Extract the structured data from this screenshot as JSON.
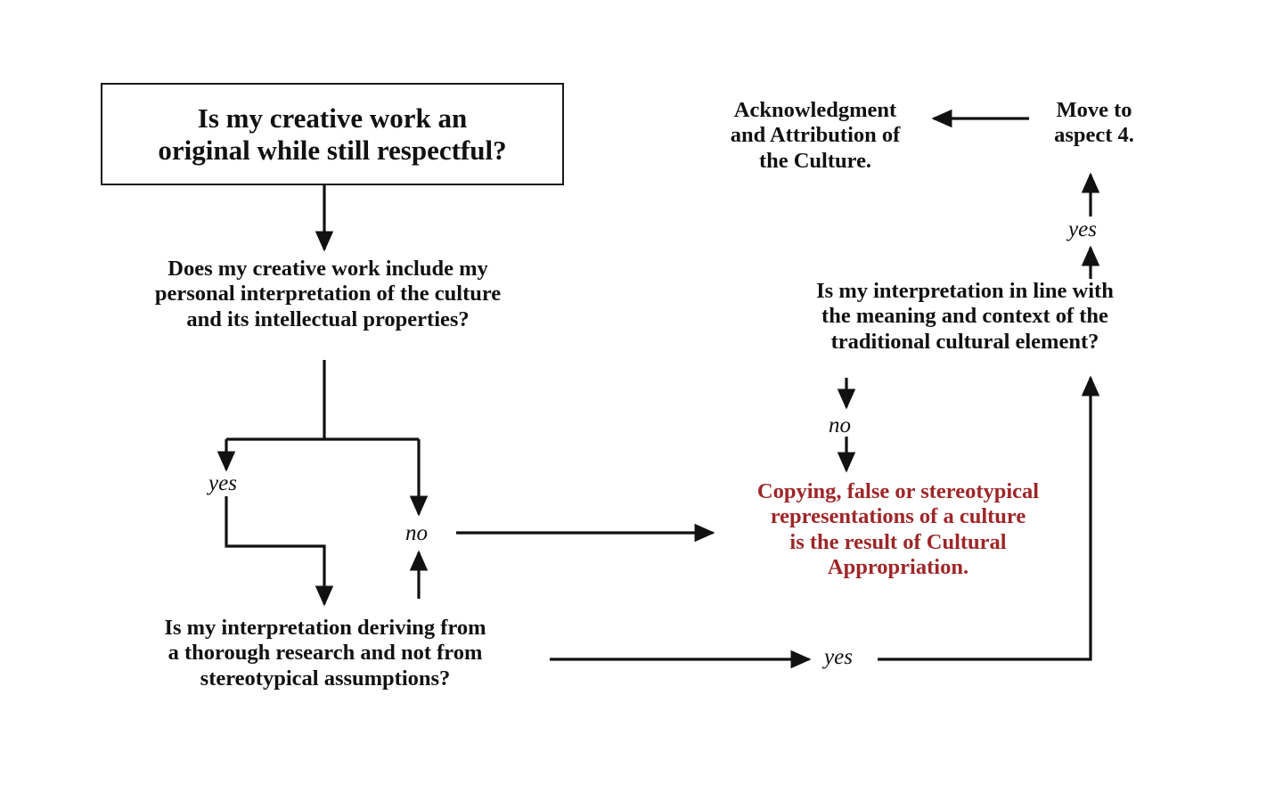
{
  "diagram": {
    "title": "Cultural appropriation decision flowchart",
    "background_color": "#ffffff",
    "line_color": "#111111",
    "text_color": "#111111",
    "terminal_color": "#9e2628"
  },
  "nodes": {
    "root": {
      "text": "Is my creative work an\noriginal while still respectful?",
      "shape": "rectangle"
    },
    "q1": {
      "text": "Does my creative work include my\npersonal interpretation of the culture\nand its intellectual properties?",
      "shape": "plain"
    },
    "q2": {
      "text": "Is my interpretation deriving from\na thorough research and not from\nstereotypical assumptions?",
      "shape": "plain"
    },
    "q3": {
      "text": "Is my interpretation in line with\nthe meaning and context of the\ntraditional cultural element?",
      "shape": "plain"
    },
    "outcome": {
      "text": "Copying, false or stereotypical\nrepresentations of a culture\nis the result of Cultural\nAppropriation.",
      "shape": "plain"
    },
    "acknowledgment": {
      "text": "Acknowledgment\nand Attribution of\nthe Culture.",
      "shape": "plain"
    },
    "move": {
      "text": "Move to\naspect 4.",
      "shape": "plain"
    }
  },
  "edge_labels": {
    "q1_yes": "yes",
    "q1_no": "no",
    "q3_no": "no",
    "q2_yes": "yes",
    "q3_yes": "yes"
  },
  "flow": [
    {
      "from": "root",
      "to": "q1",
      "label": ""
    },
    {
      "from": "q1",
      "to": "q2",
      "label": "yes"
    },
    {
      "from": "q1",
      "to": "outcome",
      "label": "no"
    },
    {
      "from": "q2",
      "to": "q1",
      "label": "no"
    },
    {
      "from": "q2",
      "to": "q3",
      "label": "yes"
    },
    {
      "from": "q3",
      "to": "outcome",
      "label": "no"
    },
    {
      "from": "q3",
      "to": "move",
      "label": "yes"
    },
    {
      "from": "move",
      "to": "acknowledgment",
      "label": ""
    }
  ]
}
